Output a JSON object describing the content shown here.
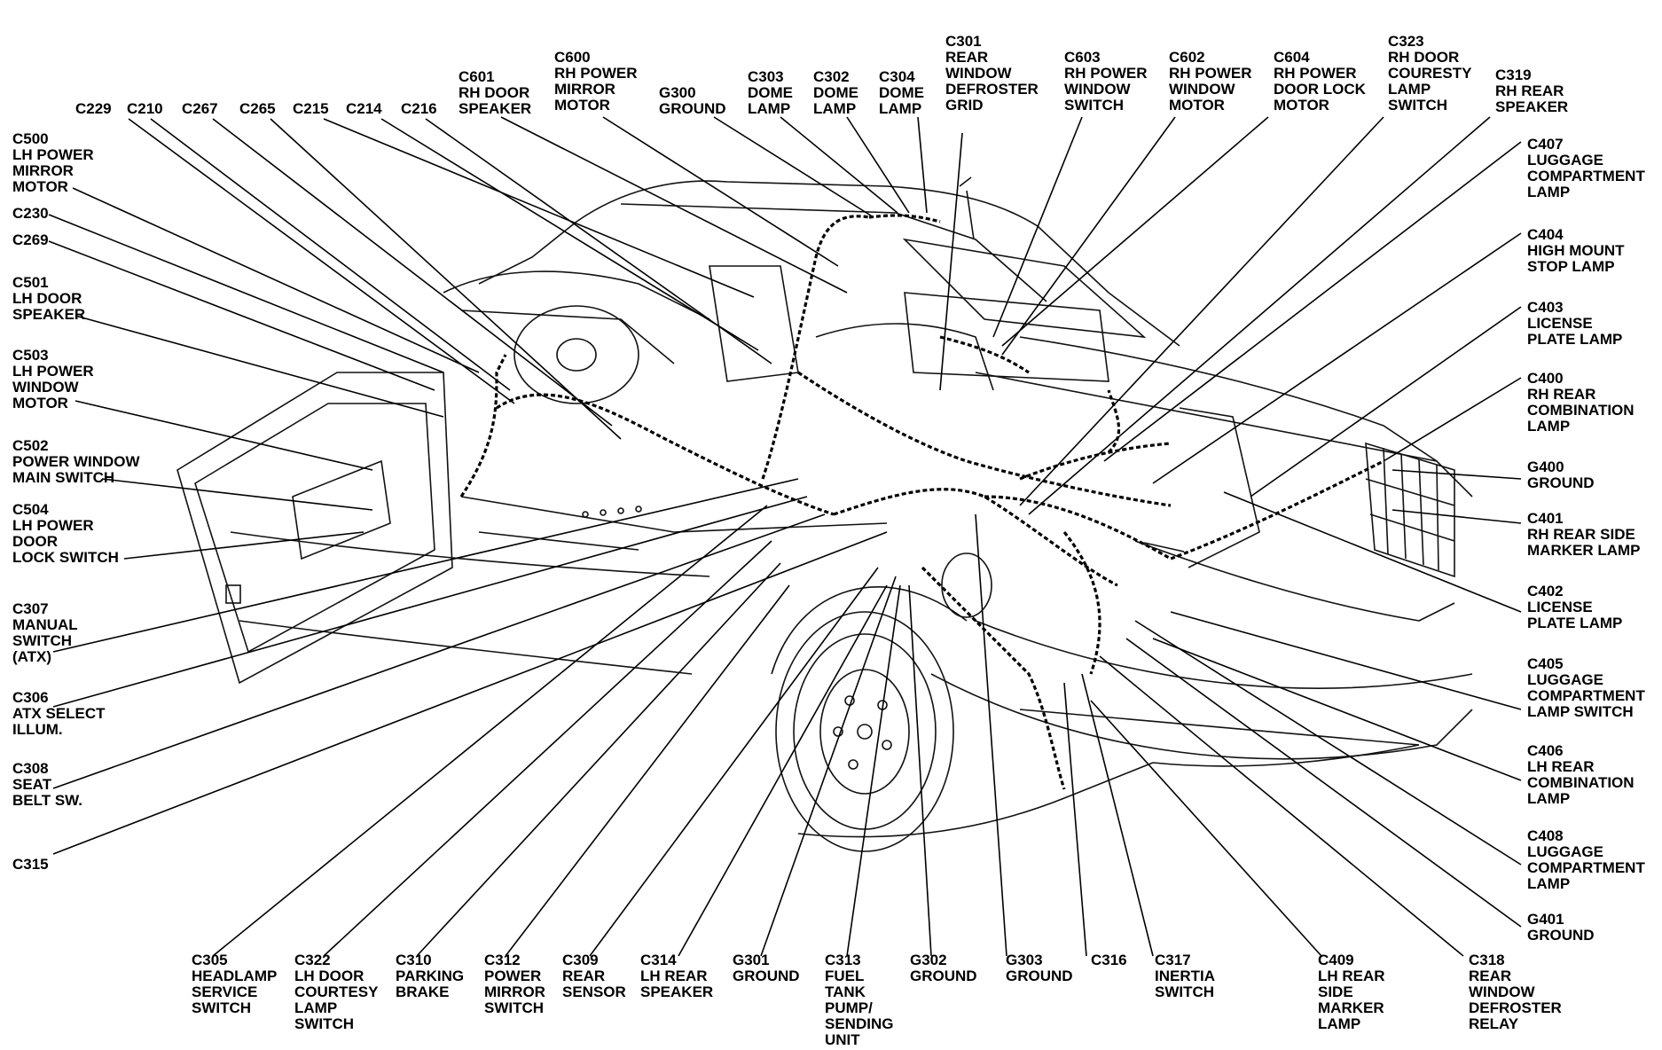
{
  "labels": [
    {
      "id": "c229",
      "lines": [
        "C229"
      ]
    },
    {
      "id": "c210",
      "lines": [
        "C210"
      ]
    },
    {
      "id": "c267",
      "lines": [
        "C267"
      ]
    },
    {
      "id": "c265",
      "lines": [
        "C265"
      ]
    },
    {
      "id": "c215",
      "lines": [
        "C215"
      ]
    },
    {
      "id": "c214",
      "lines": [
        "C214"
      ]
    },
    {
      "id": "c216",
      "lines": [
        "C216"
      ]
    },
    {
      "id": "c601",
      "lines": [
        "C601",
        "RH DOOR",
        "SPEAKER"
      ]
    },
    {
      "id": "c600",
      "lines": [
        "C600",
        "RH POWER",
        "MIRROR",
        "MOTOR"
      ]
    },
    {
      "id": "g300",
      "lines": [
        "G300",
        "GROUND"
      ]
    },
    {
      "id": "c303",
      "lines": [
        "C303",
        "DOME",
        "LAMP"
      ]
    },
    {
      "id": "c302",
      "lines": [
        "C302",
        "DOME",
        "LAMP"
      ]
    },
    {
      "id": "c304",
      "lines": [
        "C304",
        "DOME",
        "LAMP"
      ]
    },
    {
      "id": "c301",
      "lines": [
        "C301",
        "REAR",
        "WINDOW",
        "DEFROSTER",
        "GRID"
      ]
    },
    {
      "id": "c603",
      "lines": [
        "C603",
        "RH POWER",
        "WINDOW",
        "SWITCH"
      ]
    },
    {
      "id": "c602",
      "lines": [
        "C602",
        "RH POWER",
        "WINDOW",
        "MOTOR"
      ]
    },
    {
      "id": "c604",
      "lines": [
        "C604",
        "RH POWER",
        "DOOR LOCK",
        "MOTOR"
      ]
    },
    {
      "id": "c323",
      "lines": [
        "C323",
        "RH DOOR",
        "COURESTY",
        "LAMP",
        "SWITCH"
      ]
    },
    {
      "id": "c319",
      "lines": [
        "C319",
        "RH REAR",
        "SPEAKER"
      ]
    },
    {
      "id": "c500",
      "lines": [
        "C500",
        "LH POWER",
        "MIRROR",
        "MOTOR"
      ]
    },
    {
      "id": "c230",
      "lines": [
        "C230"
      ]
    },
    {
      "id": "c269",
      "lines": [
        "C269"
      ]
    },
    {
      "id": "c501",
      "lines": [
        "C501",
        "LH DOOR",
        "SPEAKER"
      ]
    },
    {
      "id": "c503",
      "lines": [
        "C503",
        "LH POWER",
        "WINDOW",
        "MOTOR"
      ]
    },
    {
      "id": "c502",
      "lines": [
        "C502",
        "POWER WINDOW",
        "MAIN SWITCH"
      ]
    },
    {
      "id": "c504",
      "lines": [
        "C504",
        "LH POWER",
        "DOOR",
        "LOCK SWITCH"
      ]
    },
    {
      "id": "c307",
      "lines": [
        "C307",
        "MANUAL",
        "SWITCH",
        "(ATX)"
      ]
    },
    {
      "id": "c306",
      "lines": [
        "C306",
        "ATX SELECT",
        "ILLUM."
      ]
    },
    {
      "id": "c308",
      "lines": [
        "C308",
        "SEAT",
        "BELT SW."
      ]
    },
    {
      "id": "c315",
      "lines": [
        "C315"
      ]
    },
    {
      "id": "c407",
      "lines": [
        "C407",
        "LUGGAGE",
        "COMPARTMENT",
        "LAMP"
      ]
    },
    {
      "id": "c404",
      "lines": [
        "C404",
        "HIGH MOUNT",
        "STOP LAMP"
      ]
    },
    {
      "id": "c403",
      "lines": [
        "C403",
        "LICENSE",
        "PLATE LAMP"
      ]
    },
    {
      "id": "c400",
      "lines": [
        "C400",
        "RH REAR",
        "COMBINATION",
        "LAMP"
      ]
    },
    {
      "id": "g400",
      "lines": [
        "G400",
        "GROUND"
      ]
    },
    {
      "id": "c401",
      "lines": [
        "C401",
        "RH REAR SIDE",
        "MARKER LAMP"
      ]
    },
    {
      "id": "c402",
      "lines": [
        "C402",
        "LICENSE",
        "PLATE LAMP"
      ]
    },
    {
      "id": "c405",
      "lines": [
        "C405",
        "LUGGAGE",
        "COMPARTMENT",
        "LAMP SWITCH"
      ]
    },
    {
      "id": "c406",
      "lines": [
        "C406",
        "LH REAR",
        "COMBINATION",
        "LAMP"
      ]
    },
    {
      "id": "c408",
      "lines": [
        "C408",
        "LUGGAGE",
        "COMPARTMENT",
        "LAMP"
      ]
    },
    {
      "id": "g401",
      "lines": [
        "G401",
        "GROUND"
      ]
    },
    {
      "id": "c305",
      "lines": [
        "C305",
        "HEADLAMP",
        "SERVICE",
        "SWITCH"
      ]
    },
    {
      "id": "c322",
      "lines": [
        "C322",
        "LH DOOR",
        "COURTESY",
        "LAMP",
        "SWITCH"
      ]
    },
    {
      "id": "c310",
      "lines": [
        "C310",
        "PARKING",
        "BRAKE"
      ]
    },
    {
      "id": "c312",
      "lines": [
        "C312",
        "POWER",
        "MIRROR",
        "SWITCH"
      ]
    },
    {
      "id": "c309",
      "lines": [
        "C309",
        "REAR",
        "SENSOR"
      ]
    },
    {
      "id": "c314",
      "lines": [
        "C314",
        "LH REAR",
        "SPEAKER"
      ]
    },
    {
      "id": "g301",
      "lines": [
        "G301",
        "GROUND"
      ]
    },
    {
      "id": "c313",
      "lines": [
        "C313",
        "FUEL",
        "TANK",
        "PUMP/",
        "SENDING",
        "UNIT"
      ]
    },
    {
      "id": "g302",
      "lines": [
        "G302",
        "GROUND"
      ]
    },
    {
      "id": "g303",
      "lines": [
        "G303",
        "GROUND"
      ]
    },
    {
      "id": "c316",
      "lines": [
        "C316"
      ]
    },
    {
      "id": "c317",
      "lines": [
        "C317",
        "INERTIA",
        "SWITCH"
      ]
    },
    {
      "id": "c409",
      "lines": [
        "C409",
        "LH REAR",
        "SIDE",
        "MARKER",
        "LAMP"
      ]
    },
    {
      "id": "c318",
      "lines": [
        "C318",
        "REAR",
        "WINDOW",
        "DEFROSTER",
        "RELAY"
      ]
    }
  ]
}
